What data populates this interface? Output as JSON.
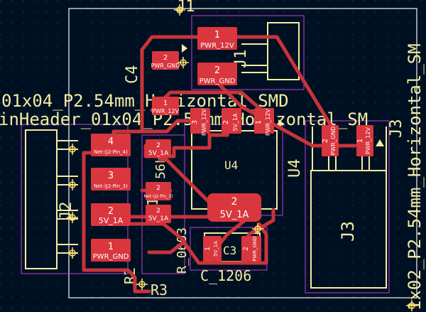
{
  "colors": {
    "background": "#001023",
    "grid": "#2a3550",
    "copper": "#c8343a",
    "pad": "#d9363e",
    "silkscreen": "#f2eda1",
    "courtyard": "#c23fd0",
    "edge": "#c9c9c9",
    "anchor": "#ffe36b",
    "text_on_pad": "#ffffff"
  },
  "components": {
    "J1": {
      "ref": "J1",
      "refs_top": "J1"
    },
    "J2": {
      "ref": "J2"
    },
    "J3": {
      "ref": "J3",
      "ref_corner": "J3"
    },
    "U4": {
      "ref": "U4",
      "ref_side": "U4"
    },
    "C3": {
      "ref": "C3",
      "value": "C_1206"
    },
    "C4": {
      "ref": "C4"
    },
    "R1": {
      "ref": "R1"
    },
    "R2": {
      "ref": "R2"
    },
    "R3": {
      "ref": "R3"
    }
  },
  "silk_texts": {
    "header_horizontal_1": "01x04_P2.54mm_Horizontal_SMD",
    "header_horizontal_2": "inHeader_01x04_P2.54mm_Horizontal_SM",
    "header_vertical_right": "1x02_P2.54mm_Horizontal_SM",
    "resistor_value": "56k",
    "resistor_body": "R_0603"
  },
  "pads": [
    {
      "num": "1",
      "net": "PWR_12V"
    },
    {
      "num": "2",
      "net": "PWR_GND"
    },
    {
      "num": "2",
      "net": "PWR_GND"
    },
    {
      "num": "1",
      "net": "PWR_12V"
    },
    {
      "num": "3",
      "net": "PWR_12V"
    },
    {
      "num": "2",
      "net": "5V_1A"
    },
    {
      "num": "1",
      "net": "PWR_12V"
    },
    {
      "num": "2",
      "net": "PWR_GND"
    },
    {
      "num": "1",
      "net": "PWR_12V"
    },
    {
      "num": "4",
      "net": "Net-(J2-Pin_4)"
    },
    {
      "num": "3",
      "net": "Net-(J2-Pin_3)"
    },
    {
      "num": "2",
      "net": "5V_1A"
    },
    {
      "num": "1",
      "net": "PWR_GND"
    },
    {
      "num": "2",
      "net": "5V_1A"
    },
    {
      "num": "2",
      "net": "5V_1A"
    },
    {
      "num": "2",
      "net": "Net-(J2-Pin_3)"
    },
    {
      "num": "2",
      "net": "5V_1A"
    },
    {
      "num": "2",
      "net": "PWR_GND"
    },
    {
      "num": "1",
      "net": "5V_1A"
    }
  ]
}
